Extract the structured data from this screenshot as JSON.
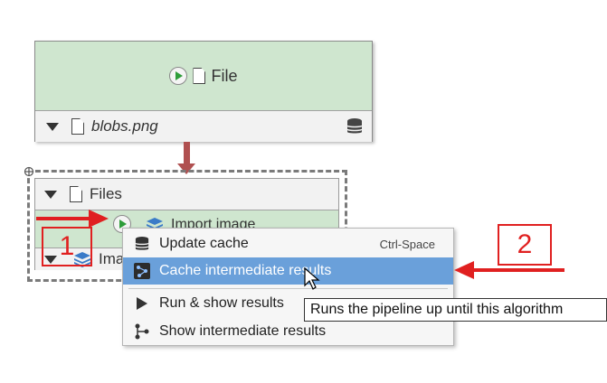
{
  "file_node": {
    "title": "File",
    "output_name": "blobs.png"
  },
  "files_node": {
    "title": "Files",
    "import_label": "Import image",
    "image_label": "Ima"
  },
  "context_menu": {
    "items": [
      {
        "label": "Update cache",
        "shortcut": "Ctrl-Space",
        "icon": "database-icon"
      },
      {
        "label": "Cache intermediate results",
        "shortcut": "",
        "icon": "cache-icon",
        "selected": true
      },
      {
        "label": "Run & show results",
        "shortcut": "",
        "icon": "play-icon"
      },
      {
        "label": "Show intermediate results",
        "shortcut": "",
        "icon": "graph-icon"
      }
    ]
  },
  "tooltip": {
    "text": "Runs the pipeline up until this algorithm"
  },
  "callouts": {
    "one": "1",
    "two": "2"
  },
  "colors": {
    "node_green": "#cfe6cf",
    "menu_highlight": "#6aa0da",
    "annotation_red": "#e02020",
    "connector": "#b05050"
  }
}
